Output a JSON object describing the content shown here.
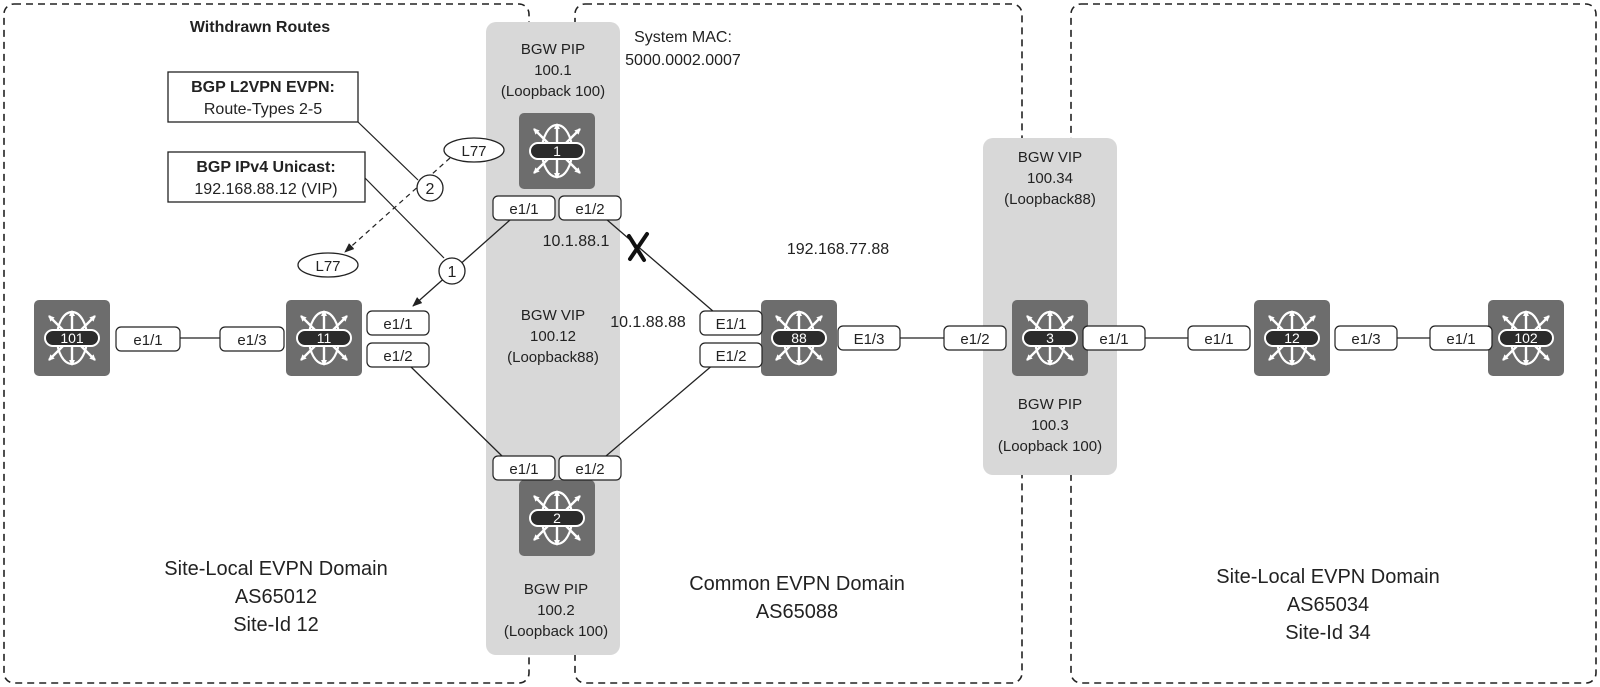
{
  "domains": {
    "site12": {
      "name": "Site-Local EVPN Domain",
      "asn": "AS65012",
      "site": "Site-Id 12"
    },
    "common": {
      "name": "Common EVPN Domain",
      "asn": "AS65088"
    },
    "site34": {
      "name": "Site-Local EVPN Domain",
      "asn": "AS65034",
      "site": "Site-Id 34"
    }
  },
  "withdrawn": {
    "title": "Withdrawn Routes",
    "evpn_title": "BGP L2VPN EVPN:",
    "evpn_detail": "Route-Types 2-5",
    "ipv4_title": "BGP IPv4 Unicast:",
    "ipv4_detail": "192.168.88.12 (VIP)",
    "step1": "1",
    "step2": "2",
    "l77_top": "L77",
    "l77_bottom": "L77"
  },
  "bgw12": {
    "pip1": [
      "BGW PIP",
      "100.1",
      "(Loopback 100)"
    ],
    "system_mac": [
      "System MAC:",
      "5000.0002.0007"
    ],
    "vip": [
      "BGW VIP",
      "100.12",
      "(Loopback88)"
    ],
    "pip2": [
      "BGW PIP",
      "100.2",
      "(Loopback 100)"
    ]
  },
  "bgw34": {
    "vip": [
      "BGW VIP",
      "100.34",
      "(Loopback88)"
    ],
    "pip": [
      "BGW PIP",
      "100.3",
      "(Loopback 100)"
    ]
  },
  "addresses": {
    "link_1_88": "10.1.88.1",
    "link_88_1": "10.1.88.88",
    "rs_loopback": "192.168.77.88"
  },
  "devices": {
    "d101": "101",
    "d11": "11",
    "d1": "1",
    "d2": "2",
    "d88": "88",
    "d3": "3",
    "d12": "12",
    "d102": "102"
  },
  "ports": {
    "p101_e11": "e1/1",
    "p11_e13": "e1/3",
    "p11_e11": "e1/1",
    "p11_e12": "e1/2",
    "p1_e11": "e1/1",
    "p1_e12": "e1/2",
    "p2_e11": "e1/1",
    "p2_e12": "e1/2",
    "p88_E11": "E1/1",
    "p88_E12": "E1/2",
    "p88_E13": "E1/3",
    "p3_e12": "e1/2",
    "p3_e11": "e1/1",
    "p12_e11": "e1/1",
    "p12_e13": "e1/3",
    "p102_e11": "e1/1"
  },
  "colors": {
    "device_fill": "#6d6d6d",
    "bgw_panel": "#d8d8d8",
    "line": "#222222",
    "pill": "#2b2b2b"
  },
  "icons": {
    "device": "router-switch-icon",
    "failure": "link-failure-x-icon"
  }
}
